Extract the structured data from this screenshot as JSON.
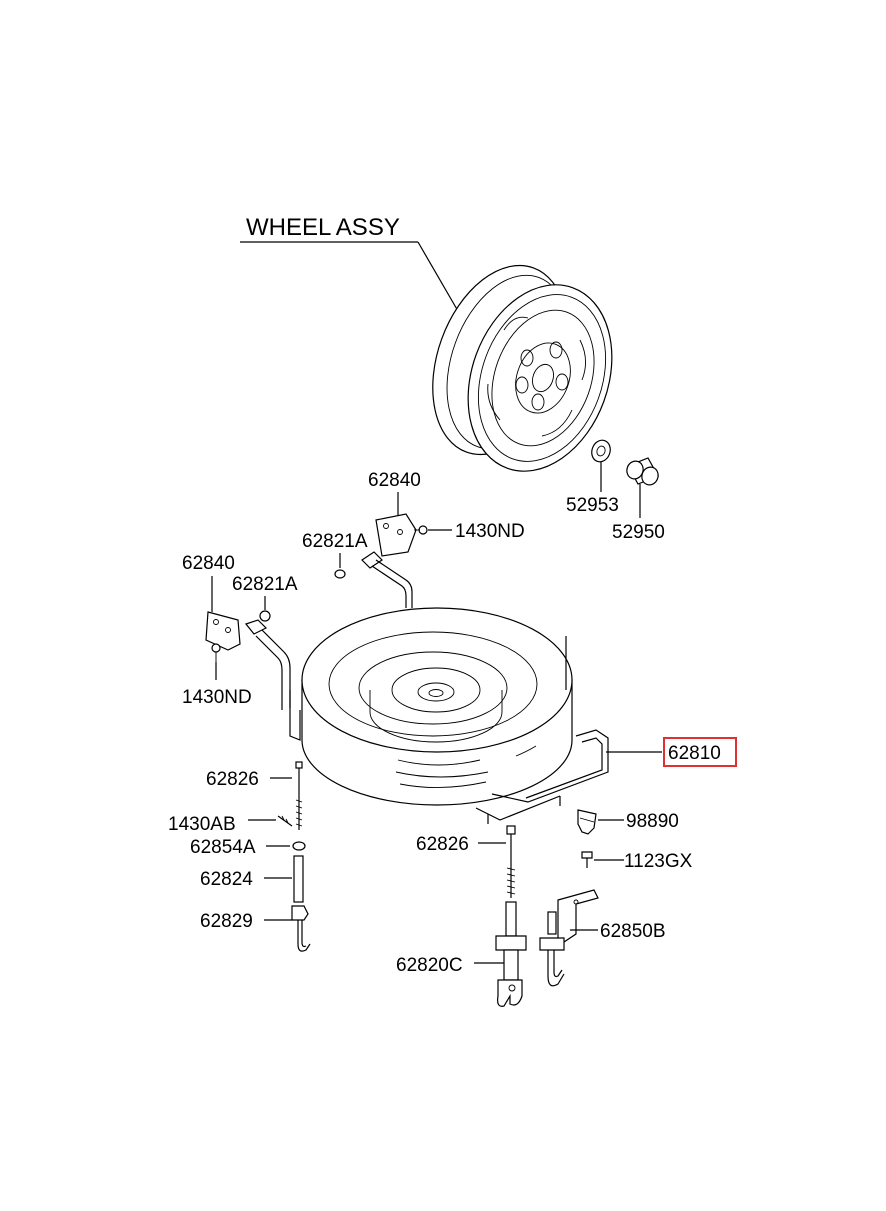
{
  "title": "WHEEL ASSY",
  "highlight_color": "#e03030",
  "labels": {
    "p52953": "52953",
    "p52950": "52950",
    "p62840_top": "62840",
    "p1430ND_top": "1430ND",
    "p62821A_top": "62821A",
    "p62840_left": "62840",
    "p62821A_left": "62821A",
    "p1430ND_left": "1430ND",
    "p62810": "62810",
    "p62826_left": "62826",
    "p1430AB": "1430AB",
    "p62854A": "62854A",
    "p62824": "62824",
    "p62829": "62829",
    "p98890": "98890",
    "p1123GX": "1123GX",
    "p62826_mid": "62826",
    "p62850B": "62850B",
    "p62820C": "62820C"
  }
}
